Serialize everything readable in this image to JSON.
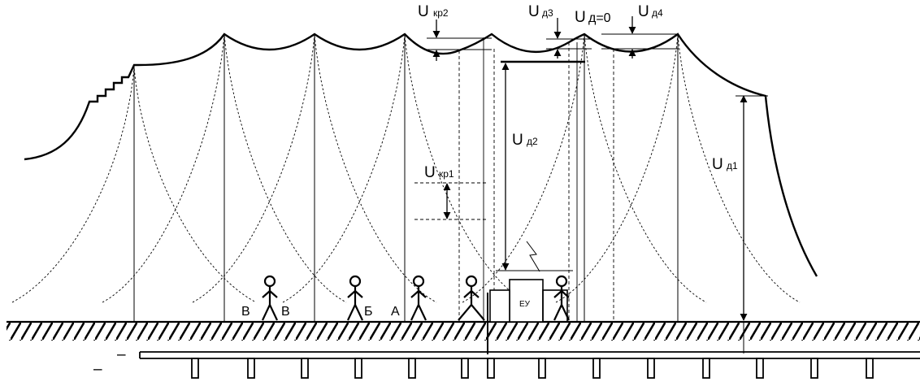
{
  "labels": {
    "u_main": "U",
    "u_kr2_sub": "кр2",
    "u_d3_sub": "д3",
    "u_d_zero": "д=0",
    "u_d4_sub": "д4",
    "u_d2_sub": "д2",
    "u_kr1_sub": "кр1",
    "u_d1_sub": "д1",
    "person_v": "В",
    "person_b": "Б",
    "person_a": "А",
    "equipment": "ЕУ",
    "dash_mark": "–",
    "minus_mark": "–"
  }
}
